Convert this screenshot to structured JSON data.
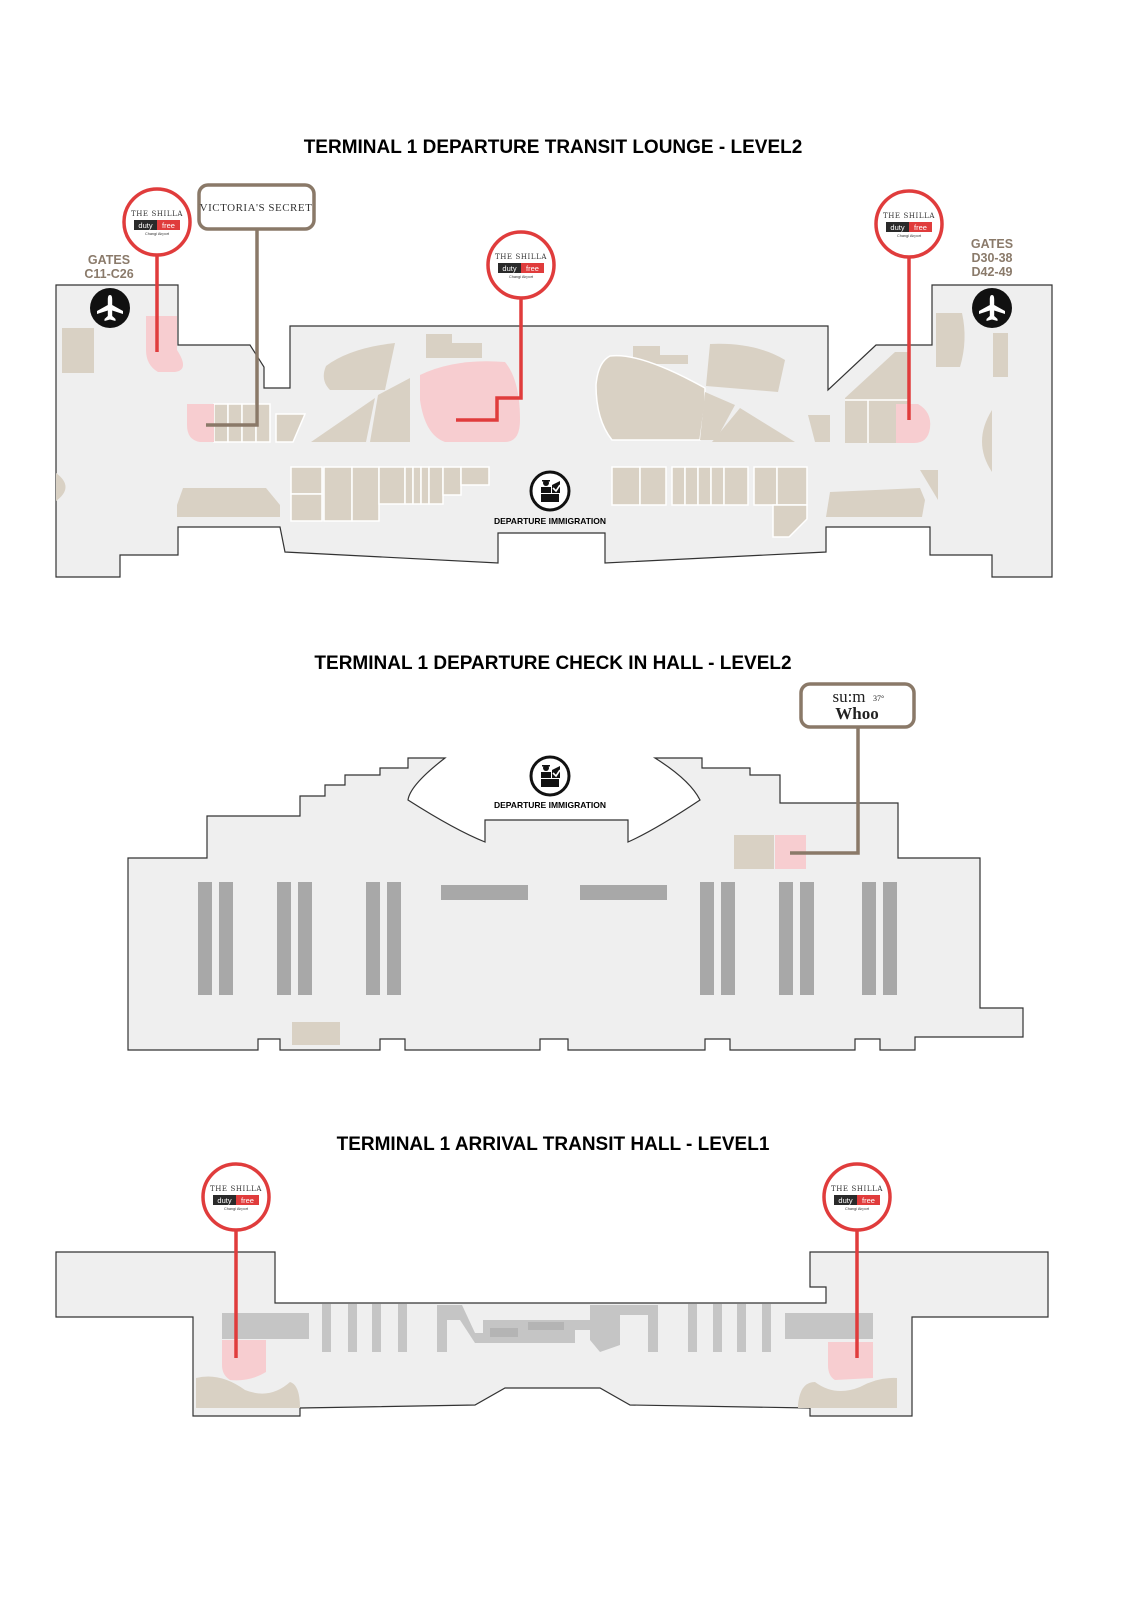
{
  "sections": [
    {
      "title": "TERMINAL 1 DEPARTURE TRANSIT LOUNGE - LEVEL2",
      "gates_left": {
        "label": "GATES",
        "range": "C11-C26"
      },
      "gates_right": {
        "label": "GATES",
        "range_1": "D30-38",
        "range_2": "D42-49"
      },
      "immigration_label": "DEPARTURE IMMIGRATION"
    },
    {
      "title": "TERMINAL 1 DEPARTURE CHECK IN HALL - LEVEL2",
      "immigration_label": "DEPARTURE IMMIGRATION"
    },
    {
      "title": "TERMINAL 1 ARRIVAL TRANSIT HALL - LEVEL1"
    }
  ],
  "brands": {
    "shilla": {
      "line1": "THE SHILLA",
      "duty": "duty",
      "free": "free",
      "sub": "Changi Airport"
    },
    "victorias_secret": "VICTORIA'S SECRET",
    "sum37": {
      "name": "su:m",
      "sup": "37°"
    },
    "whoo": "Whoo"
  },
  "icons": [
    "airplane-icon",
    "immigration-officer-icon"
  ],
  "colors": {
    "floor": "#efefef",
    "shop": "#d9d1c4",
    "highlight": "#f7cdd0",
    "shilla_red": "#e03c3c",
    "brand_brown": "#8a7968",
    "counter_gray": "#a8a8a8"
  }
}
